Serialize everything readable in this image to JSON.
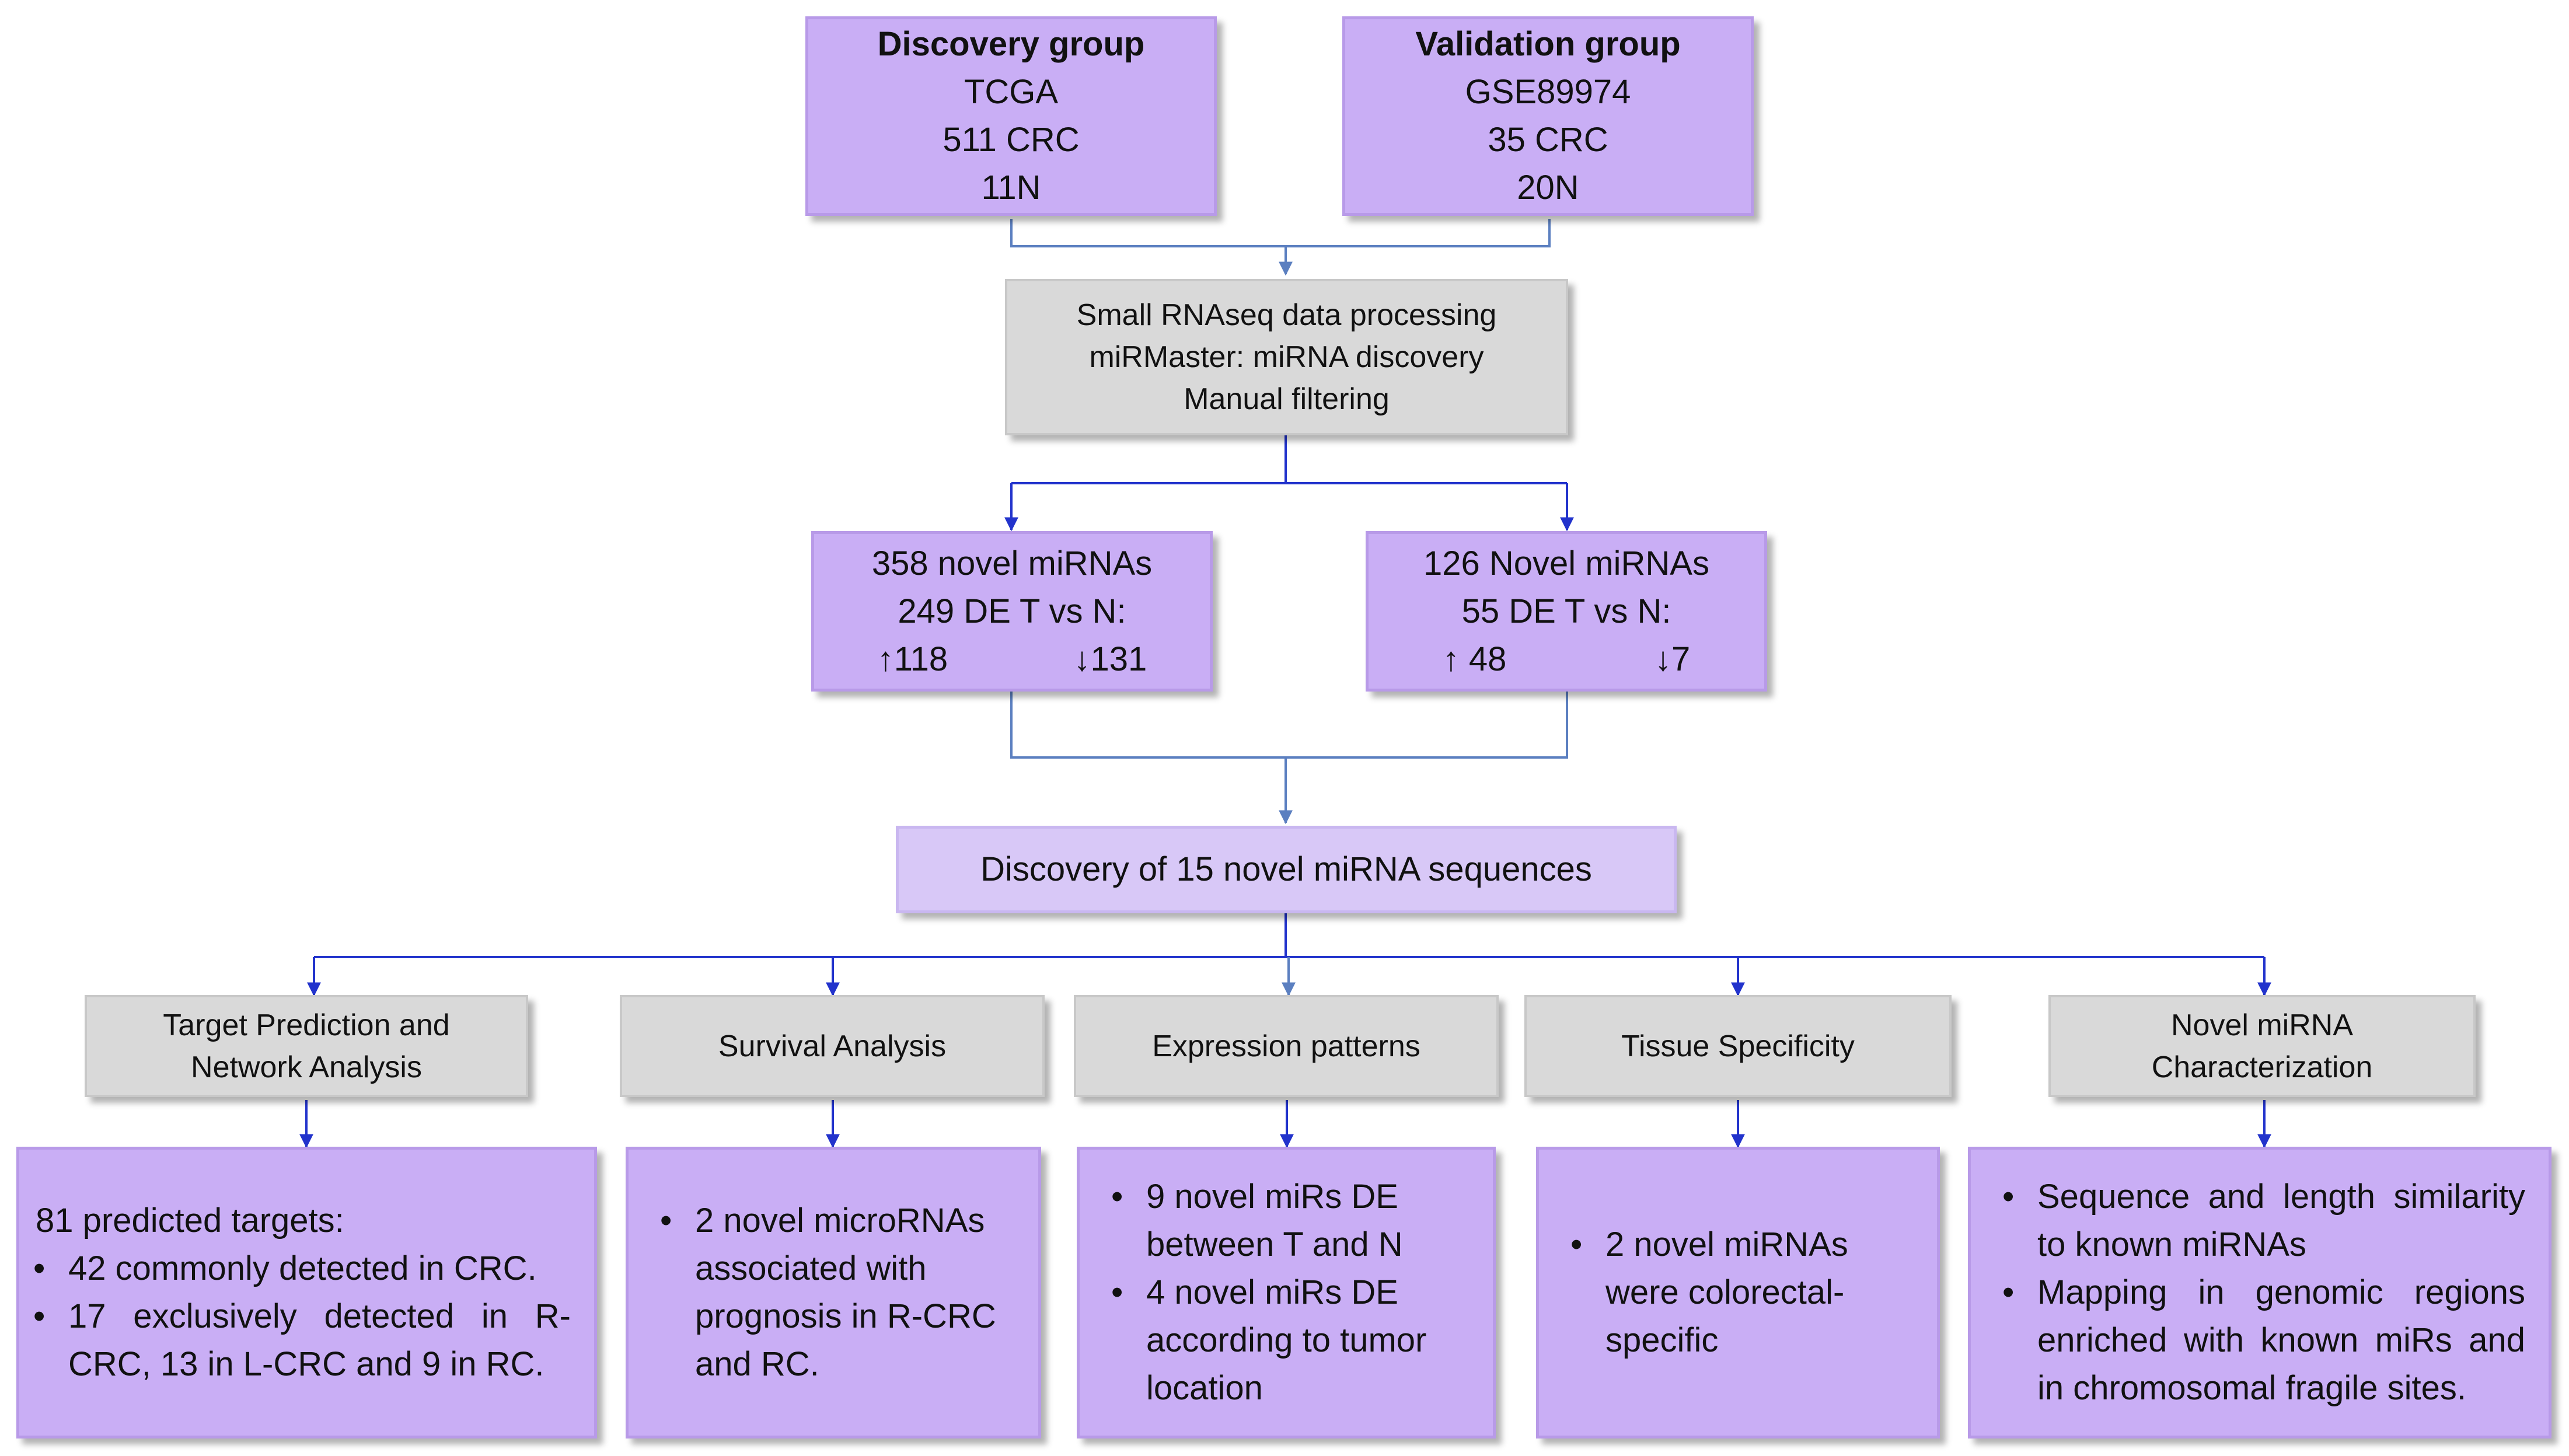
{
  "discovery": {
    "title": "Discovery group",
    "lines": [
      "TCGA",
      "511 CRC",
      "11N"
    ]
  },
  "validation": {
    "title": "Validation group",
    "lines": [
      "GSE89974",
      "35 CRC",
      "20N"
    ]
  },
  "processing": {
    "lines": [
      "Small RNAseq data processing",
      "miRMaster: miRNA discovery",
      "Manual filtering"
    ]
  },
  "novel_discovery": {
    "lines": [
      "358 novel miRNAs",
      "249 DE T vs N:"
    ],
    "up": "↑118",
    "down": "↓131"
  },
  "novel_validation": {
    "lines": [
      "126 Novel miRNAs",
      "55 DE T vs N:"
    ],
    "up": "↑ 48",
    "down": "↓7"
  },
  "central": {
    "label": "Discovery of 15 novel miRNA sequences"
  },
  "analyses": [
    {
      "label_lines": [
        "Target Prediction and",
        "Network Analysis"
      ]
    },
    {
      "label_lines": [
        "Survival Analysis"
      ]
    },
    {
      "label_lines": [
        "Expression patterns"
      ]
    },
    {
      "label_lines": [
        "Tissue Specificity"
      ]
    },
    {
      "label_lines": [
        "Novel miRNA",
        "Characterization"
      ]
    }
  ],
  "results": [
    {
      "lead": "81 predicted targets:",
      "bullets": [
        "42 commonly detected in CRC.",
        "17 exclusively detected in R-CRC, 13 in L-CRC and 9 in RC."
      ]
    },
    {
      "bullets": [
        "2 novel microRNAs associated with prognosis in R-CRC and RC."
      ]
    },
    {
      "bullets": [
        "9 novel miRs DE between T and N",
        "4 novel miRs DE according to tumor location"
      ]
    },
    {
      "bullets": [
        "2 novel miRNAs were colorectal-specific"
      ]
    },
    {
      "bullets": [
        "Sequence and length similarity to known miRNAs",
        "Mapping in genomic regions enriched with known miRs and in chromosomal fragile sites."
      ]
    }
  ],
  "colors": {
    "box_purple": "#c9aef5",
    "box_lilac": "#d8c8f7",
    "box_gray": "#d9d9d9",
    "connector_steel": "#5b7fc0",
    "connector_blue": "#2233cc"
  }
}
